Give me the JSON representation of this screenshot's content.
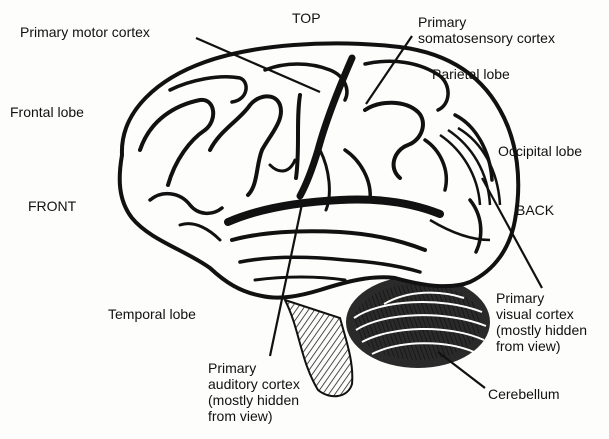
{
  "labels": {
    "top": "TOP",
    "front": "FRONT",
    "back": "BACK",
    "primary_motor_cortex": "Primary motor cortex",
    "primary_somatosensory_cortex": [
      "Primary",
      "somatosensory cortex"
    ],
    "parietal_lobe": "Parietal lobe",
    "frontal_lobe": "Frontal lobe",
    "occipital_lobe": "Occipital lobe",
    "temporal_lobe": "Temporal lobe",
    "primary_visual_cortex": [
      "Primary",
      "visual cortex",
      "(mostly hidden",
      "from view)"
    ],
    "primary_auditory_cortex": [
      "Primary",
      "auditory cortex",
      "(mostly hidden",
      "from view)"
    ],
    "cerebellum": "Cerebellum"
  },
  "colors": {
    "ink": "#111111",
    "paper": "#fdfdfb",
    "tissue_shadow": "#2a2a2a"
  }
}
